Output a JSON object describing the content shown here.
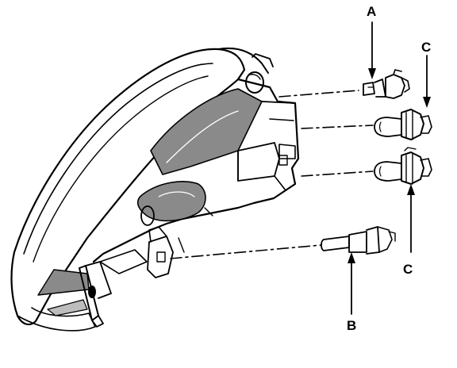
{
  "callouts": {
    "a": "A",
    "b": "B",
    "c_upper": "C",
    "c_lower": "C"
  },
  "colors": {
    "ink": "#000000",
    "paper": "#ffffff",
    "shade": "#8a8a8a"
  }
}
